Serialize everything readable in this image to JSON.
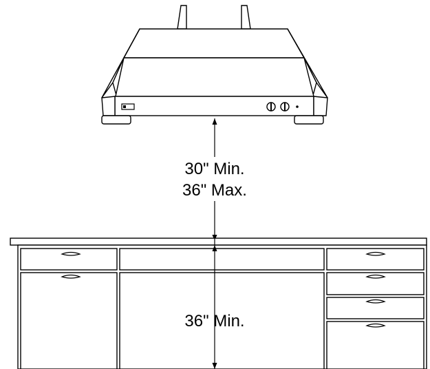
{
  "diagram": {
    "upper_clearance_min": "30\" Min.",
    "upper_clearance_max": "36\" Max.",
    "lower_clearance_min": "36\" Min."
  },
  "hood": {
    "logo_badge_icon": "brand-badge-icon",
    "control_knob_icon": "knob-icon",
    "indicator_light_icon": "indicator-dot-icon"
  },
  "cabinet": {
    "drawer_pull_icon": "drawer-pull-icon"
  },
  "colors": {
    "line": "#000000",
    "fill": "#ffffff",
    "hood_shade": "#e8e8e8"
  }
}
